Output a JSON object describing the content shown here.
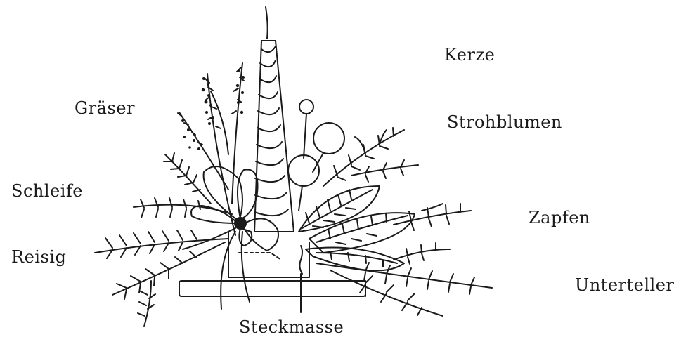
{
  "labels": {
    "kerze": "Kerze",
    "graeser": "Gräser",
    "strohblumen": "Strohblumen",
    "schleife": "Schleife",
    "zapfen": "Zapfen",
    "reisig": "Reisig",
    "unterteller": "Unterteller",
    "steckmasse": "Steckmasse"
  },
  "colors": {
    "ink": "#1a1a1a",
    "background": "#ffffff"
  }
}
